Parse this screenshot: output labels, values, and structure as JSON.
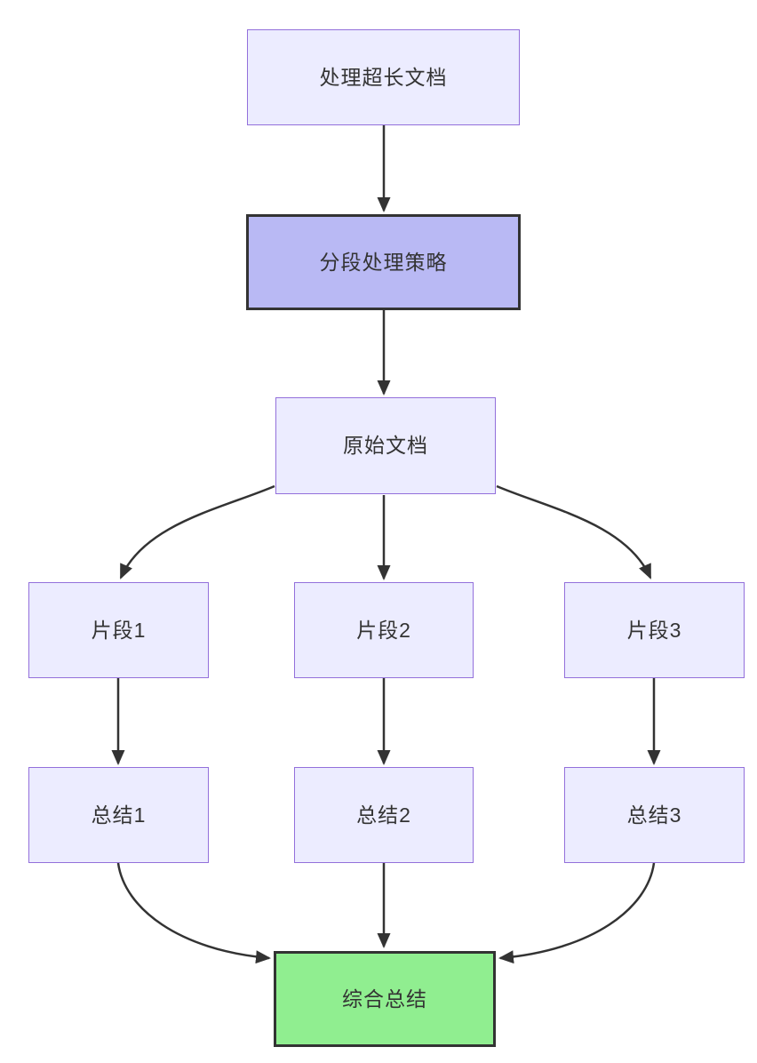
{
  "diagram": {
    "type": "flowchart",
    "direction": "top-down",
    "nodes": [
      {
        "id": "title",
        "label": "处理超长文档",
        "fill": "#ECECFF",
        "border": "#9370DB",
        "emphasis": false
      },
      {
        "id": "strategy",
        "label": "分段处理策略",
        "fill": "#B9B9F4",
        "border": "#333333",
        "emphasis": true
      },
      {
        "id": "doc",
        "label": "原始文档",
        "fill": "#ECECFF",
        "border": "#9370DB",
        "emphasis": false
      },
      {
        "id": "frag1",
        "label": "片段1",
        "fill": "#ECECFF",
        "border": "#9370DB",
        "emphasis": false
      },
      {
        "id": "frag2",
        "label": "片段2",
        "fill": "#ECECFF",
        "border": "#9370DB",
        "emphasis": false
      },
      {
        "id": "frag3",
        "label": "片段3",
        "fill": "#ECECFF",
        "border": "#9370DB",
        "emphasis": false
      },
      {
        "id": "sum1",
        "label": "总结1",
        "fill": "#ECECFF",
        "border": "#9370DB",
        "emphasis": false
      },
      {
        "id": "sum2",
        "label": "总结2",
        "fill": "#ECECFF",
        "border": "#9370DB",
        "emphasis": false
      },
      {
        "id": "sum3",
        "label": "总结3",
        "fill": "#ECECFF",
        "border": "#9370DB",
        "emphasis": false
      },
      {
        "id": "final",
        "label": "综合总结",
        "fill": "#90EE90",
        "border": "#333333",
        "emphasis": true
      }
    ],
    "edges": [
      {
        "from": "title",
        "to": "strategy",
        "arrow": true
      },
      {
        "from": "strategy",
        "to": "doc",
        "arrow": true
      },
      {
        "from": "doc",
        "to": "frag1",
        "arrow": true
      },
      {
        "from": "doc",
        "to": "frag2",
        "arrow": true
      },
      {
        "from": "doc",
        "to": "frag3",
        "arrow": true
      },
      {
        "from": "frag1",
        "to": "sum1",
        "arrow": true
      },
      {
        "from": "frag2",
        "to": "sum2",
        "arrow": true
      },
      {
        "from": "frag3",
        "to": "sum3",
        "arrow": true
      },
      {
        "from": "sum1",
        "to": "final",
        "arrow": true
      },
      {
        "from": "sum2",
        "to": "final",
        "arrow": true
      },
      {
        "from": "sum3",
        "to": "final",
        "arrow": true
      }
    ]
  },
  "colors": {
    "background": "#FFFFFF",
    "edge": "#333333",
    "text": "#333333",
    "node_default_fill": "#ECECFF",
    "node_default_border": "#9370DB",
    "emphasis_fill": "#B9B9F4",
    "final_fill": "#90EE90",
    "dark_border": "#333333"
  }
}
